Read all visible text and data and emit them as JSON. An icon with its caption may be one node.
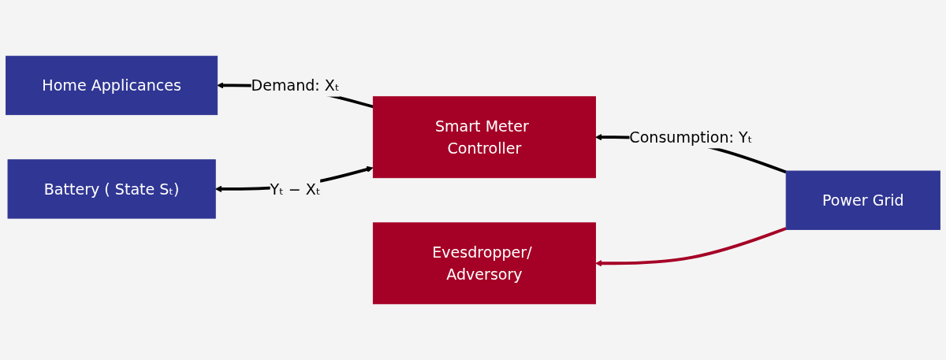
{
  "diagram": {
    "nodes": [
      {
        "text": [
          "Home Applicances"
        ]
      },
      {
        "text": [
          "Smart Meter Controller"
        ]
      },
      {
        "text": [
          "Power Grid"
        ]
      },
      {
        "text": [
          "Battery ( State Sₜ)"
        ]
      },
      {
        "text": [
          "Evesdropper/ Adversory"
        ]
      }
    ],
    "edges": [
      {
        "from": 1,
        "to": 0,
        "arrow": "to",
        "label": "Demand: Xₜ"
      },
      {
        "from": 2,
        "to": 1,
        "arrow": "to",
        "label": "Consumption: Yₜ"
      },
      {
        "from": 1,
        "to": 3,
        "arrow": "both",
        "label": "Yₜ − Xₜ"
      },
      {
        "from": 2,
        "to": 4,
        "arrow": "to",
        "color": "#a50026"
      }
    ]
  }
}
